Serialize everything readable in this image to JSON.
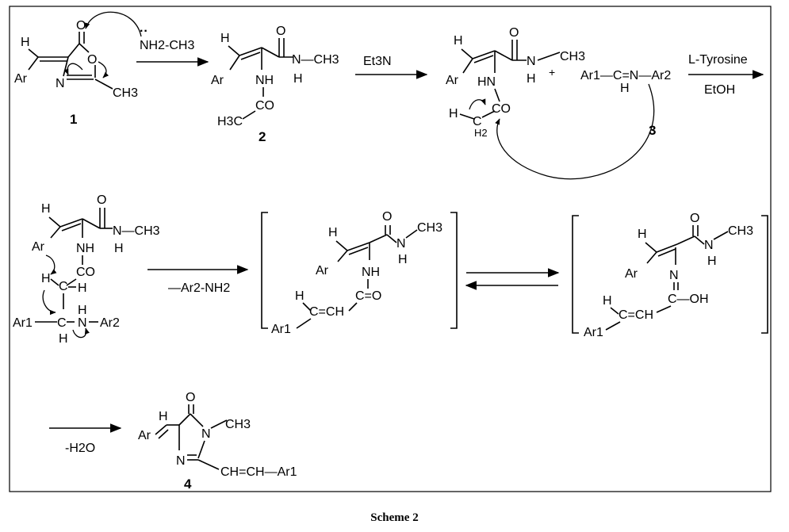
{
  "caption": "Scheme 2",
  "atoms": {
    "H": "H",
    "O": "O",
    "N": "N",
    "Ar": "Ar",
    "CH3": "CH3",
    "C": "C",
    "CO": "CO",
    "NH": "NH",
    "HN": "HN",
    "H2": "H2",
    "Ar1": "Ar1",
    "Ar2": "Ar2",
    "NH2CH3": "NH2-CH3",
    "NCH3": "N—CH3",
    "H3C": "H3C",
    "plus": "+",
    "CHeqCH": "C=CH",
    "CeqO": "C=O",
    "COH": "C—OH",
    "vinyl": "CH=CH—Ar1",
    "imine_left": "Ar1—C=N—Ar2",
    "lone_pair": "··"
  },
  "reagents": {
    "et3n": "Et3N",
    "l_tyrosine": "L-Tyrosine",
    "etoh": "EtOH",
    "minus_amine": "—Ar2-NH2",
    "minus_water": "-H2O"
  },
  "labels": {
    "c1": "1",
    "c2": "2",
    "c3": "3",
    "c4": "4"
  }
}
